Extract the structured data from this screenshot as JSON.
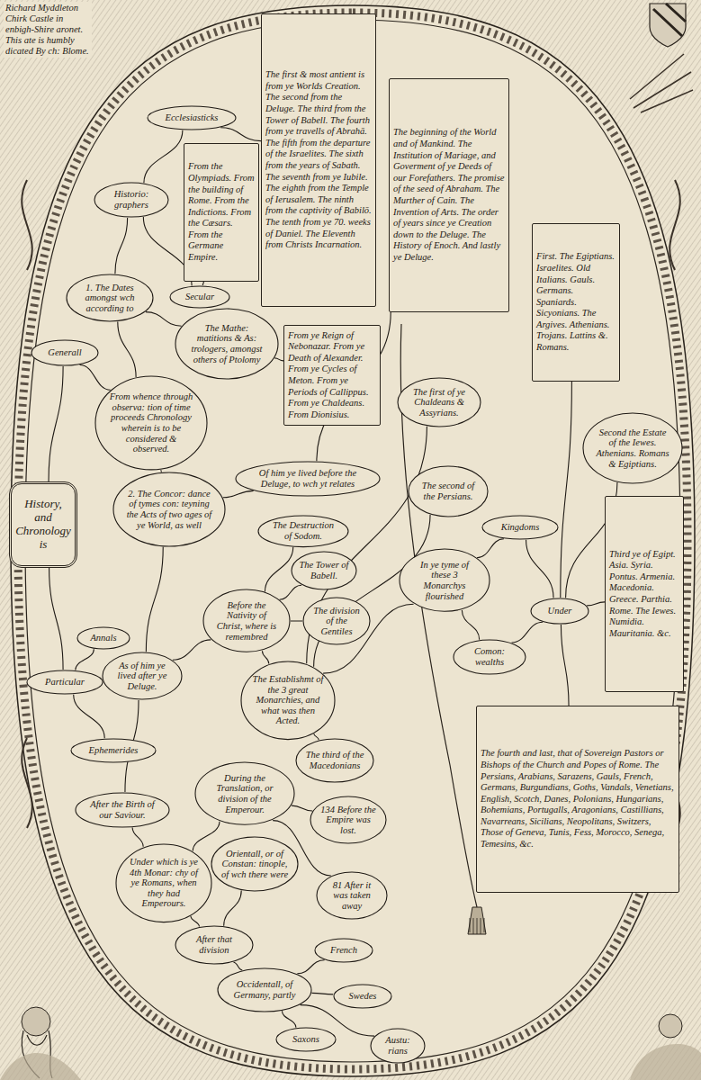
{
  "diagram": {
    "nodes": [
      {
        "text": [
          "History, and Chronology is"
        ]
      },
      {
        "text": [
          "Generall"
        ]
      },
      {
        "text": [
          "From whence through observa: tion of time proceeds Chronology wherein is to be considered & observed."
        ]
      },
      {
        "text": [
          "1. The Dates amongst wch according to"
        ]
      },
      {
        "text": [
          "Ecclesiasticks"
        ]
      },
      {
        "text": [
          "Historio: graphers"
        ]
      },
      {
        "text": [
          "From the Olympiads. From the building of Rome. From the Indictions. From the Cæsars. From the Germane Empire."
        ]
      },
      {
        "text": [
          "Secular"
        ]
      },
      {
        "text": [
          "The first & most antient is from ye Worlds Creation. The second from the Deluge. The third from the Tower of Babell. The fourth from ye travells of Abrahā. The fifth from the departure of the Israelites. The sixth from the years of Sabath. The seventh from ye Iubile. The eighth from the Temple of Ierusalem. The ninth from the captivity of Babilō. The tenth from ye 70. weeks of Daniel. The Eleventh from Christs Incarnation."
        ]
      },
      {
        "text": [
          "The Mathe: matitions & As: trologers, amongst others of Ptolomy"
        ]
      },
      {
        "text": [
          "From ye Reign of Nebonazar. From ye Death of Alexander. From ye Cycles of Meton. From ye Periods of Callippus. From ye Chaldeans. From Dionisius."
        ]
      },
      {
        "text": [
          "2. The Concor: dance of tymes con: teyning the Acts of two ages of ye World, as well"
        ]
      },
      {
        "text": [
          "Of him ye lived before the Deluge, to wch yt relates"
        ]
      },
      {
        "text": [
          "The Destruction of Sodom."
        ]
      },
      {
        "text": [
          "The Tower of Babell."
        ]
      },
      {
        "text": [
          "The division of the Gentiles"
        ]
      },
      {
        "text": [
          "Before the Nativity of Christ, where is remembred"
        ]
      },
      {
        "text": [
          "Annals"
        ]
      },
      {
        "text": [
          "Particular"
        ]
      },
      {
        "text": [
          "As of him ye lived after ye Deluge."
        ]
      },
      {
        "text": [
          "The Establishmt of the 3 great Monarchies, and what was then Acted."
        ]
      },
      {
        "text": [
          "Ephemerides"
        ]
      },
      {
        "text": [
          "The third of the Macedonians"
        ]
      },
      {
        "text": [
          "During the Translation, or division of the Emperour."
        ]
      },
      {
        "text": [
          "After the Birth of our Saviour."
        ]
      },
      {
        "text": [
          "134 Before the Empire was lost."
        ]
      },
      {
        "text": [
          "Orientall, or of Constan: tinople, of wch there were"
        ]
      },
      {
        "text": [
          "Under which is ye 4th Monar: chy of ye Romans, when they had Emperours."
        ]
      },
      {
        "text": [
          "81 After it was taken away"
        ]
      },
      {
        "text": [
          "After that division"
        ]
      },
      {
        "text": [
          "French"
        ]
      },
      {
        "text": [
          "Occidentall, of Germany, partly"
        ]
      },
      {
        "text": [
          "Swedes"
        ]
      },
      {
        "text": [
          "Saxons"
        ]
      },
      {
        "text": [
          "Austu: rians"
        ]
      },
      {
        "text": [
          "The beginning of the World and of Mankind. The Institution of Mariage, and Goverment of ye Deeds of our Forefathers. The promise of the seed of Abraham. The Murther of Cain. The Invention of Arts. The order of years since ye Creation down to the Deluge. The History of Enoch. And lastly ye Deluge."
        ]
      },
      {
        "text": [
          "The first of ye Chaldeans & Assyrians."
        ]
      },
      {
        "text": [
          "The second of the Persians."
        ]
      },
      {
        "text": [
          "In ye tyme of these 3 Monarchys flourished"
        ]
      },
      {
        "text": [
          "Kingdoms"
        ]
      },
      {
        "text": [
          "Under"
        ]
      },
      {
        "text": [
          "Comon: wealths"
        ]
      },
      {
        "text": [
          "First. The Egiptians. Israelites. Old Italians. Gauls. Germans. Spaniards. Sicyonians. The Argives. Athenians. Trojans. Lattins &. Romans."
        ]
      },
      {
        "text": [
          "Second the Estate of the Iewes. Athenians. Romans & Egiptians."
        ]
      },
      {
        "text": [
          "Third ye of Egipt. Asia. Syria. Pontus. Armenia. Macedonia. Greece. Parthia. Rome. The Iewes. Numidia. Mauritania. &c."
        ]
      },
      {
        "text": [
          "The fourth and last, that of Sovereign Pastors or Bishops of the Church and Popes of Rome. The Persians, Arabians, Sarazens, Gauls, French, Germans, Burgundians, Goths, Vandals, Venetians, English, Scotch, Danes, Polonians, Hungarians, Bohemians, Portugalls, Aragonians, Castillians, Navarreans, Sicilians, Neopolitans, Switzers, Those of Geneva, Tunis, Fess, Morocco, Senega, Temesins, &c."
        ]
      }
    ],
    "edges": [
      {
        "from": 0,
        "to": 1,
        "arrow": "none"
      },
      {
        "from": 0,
        "to": 18,
        "arrow": "none"
      },
      {
        "from": 1,
        "to": 2,
        "arrow": "none"
      },
      {
        "from": 2,
        "to": 3,
        "arrow": "none"
      },
      {
        "from": 2,
        "to": 11,
        "arrow": "none"
      },
      {
        "from": 3,
        "to": 5,
        "arrow": "none"
      },
      {
        "from": 3,
        "to": 9,
        "arrow": "none"
      },
      {
        "from": 5,
        "to": 4,
        "arrow": "none"
      },
      {
        "from": 5,
        "to": 7,
        "arrow": "none"
      },
      {
        "from": 4,
        "to": 8,
        "arrow": "none"
      },
      {
        "from": 7,
        "to": 6,
        "arrow": "none"
      },
      {
        "from": 9,
        "to": 10,
        "arrow": "none"
      },
      {
        "from": 11,
        "to": 12,
        "arrow": "none"
      },
      {
        "from": 11,
        "to": 19,
        "arrow": "none"
      },
      {
        "from": 12,
        "to": 35,
        "arrow": "none"
      },
      {
        "from": 19,
        "to": 16,
        "arrow": "none"
      },
      {
        "from": 19,
        "to": 24,
        "arrow": "none"
      },
      {
        "from": 16,
        "to": 13,
        "arrow": "none"
      },
      {
        "from": 16,
        "to": 14,
        "arrow": "none"
      },
      {
        "from": 16,
        "to": 15,
        "arrow": "none"
      },
      {
        "from": 16,
        "to": 20,
        "arrow": "none"
      },
      {
        "from": 20,
        "to": 36,
        "arrow": "none"
      },
      {
        "from": 20,
        "to": 37,
        "arrow": "none"
      },
      {
        "from": 20,
        "to": 22,
        "arrow": "none"
      },
      {
        "from": 20,
        "to": 38,
        "arrow": "none"
      },
      {
        "from": 38,
        "to": 39,
        "arrow": "none"
      },
      {
        "from": 38,
        "to": 41,
        "arrow": "none"
      },
      {
        "from": 39,
        "to": 40,
        "arrow": "none"
      },
      {
        "from": 41,
        "to": 40,
        "arrow": "none"
      },
      {
        "from": 40,
        "to": 42,
        "arrow": "none"
      },
      {
        "from": 40,
        "to": 43,
        "arrow": "none"
      },
      {
        "from": 40,
        "to": 44,
        "arrow": "none"
      },
      {
        "from": 40,
        "to": 45,
        "arrow": "none"
      },
      {
        "from": 18,
        "to": 17,
        "arrow": "none"
      },
      {
        "from": 18,
        "to": 21,
        "arrow": "none"
      },
      {
        "from": 24,
        "to": 27,
        "arrow": "none"
      },
      {
        "from": 27,
        "to": 23,
        "arrow": "none"
      },
      {
        "from": 27,
        "to": 29,
        "arrow": "none"
      },
      {
        "from": 23,
        "to": 25,
        "arrow": "none"
      },
      {
        "from": 23,
        "to": 28,
        "arrow": "none"
      },
      {
        "from": 29,
        "to": 26,
        "arrow": "none"
      },
      {
        "from": 29,
        "to": 31,
        "arrow": "none"
      },
      {
        "from": 31,
        "to": 30,
        "arrow": "none"
      },
      {
        "from": 31,
        "to": 32,
        "arrow": "none"
      },
      {
        "from": 31,
        "to": 33,
        "arrow": "none"
      },
      {
        "from": 31,
        "to": 34,
        "arrow": "none"
      }
    ],
    "labels": [
      "Richard Myddleton Chirk Castle in enbigh-Shire aronet. This ate is humbly dicated By ch: Blome."
    ]
  }
}
